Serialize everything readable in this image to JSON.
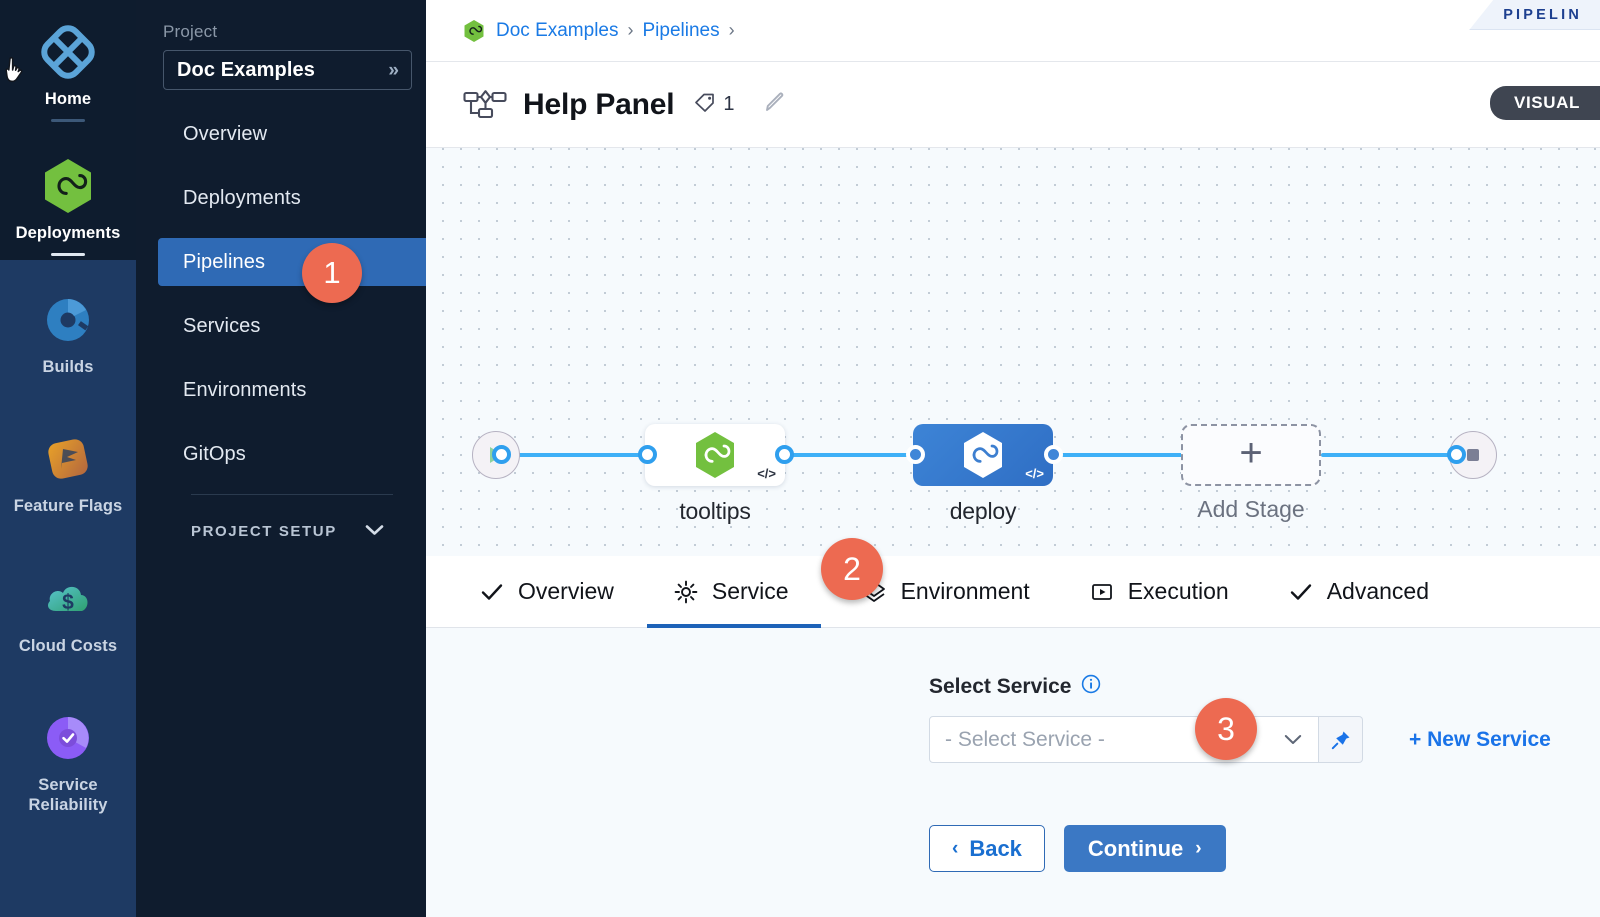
{
  "module_rail": {
    "items": [
      {
        "label": "Home",
        "icon": "home-diamond-icon",
        "active": true
      },
      {
        "label": "Deployments",
        "icon": "deployments-infinity-icon",
        "active": true
      },
      {
        "label": "Builds",
        "icon": "builds-icon",
        "active": false
      },
      {
        "label": "Feature Flags",
        "icon": "feature-flags-icon",
        "active": false
      },
      {
        "label": "Cloud Costs",
        "icon": "cloud-costs-icon",
        "active": false
      },
      {
        "label": "Service Reliability",
        "icon": "service-reliability-icon",
        "active": false
      }
    ]
  },
  "project_sidebar": {
    "section_label": "Project",
    "selected_project": "Doc Examples",
    "expand_glyph": "»",
    "nav": [
      {
        "label": "Overview",
        "active": false
      },
      {
        "label": "Deployments",
        "active": false
      },
      {
        "label": "Pipelines",
        "active": true
      },
      {
        "label": "Services",
        "active": false
      },
      {
        "label": "Environments",
        "active": false
      },
      {
        "label": "GitOps",
        "active": false
      }
    ],
    "setup_label": "PROJECT SETUP"
  },
  "breadcrumb": {
    "items": [
      "Doc Examples",
      "Pipelines"
    ],
    "separator": "›"
  },
  "corner_tab": {
    "label": "PIPELIN"
  },
  "header": {
    "title": "Help Panel",
    "tag_count": "1",
    "badge": "VISUAL"
  },
  "canvas": {
    "nodes": [
      {
        "name": "tooltips",
        "type": "light",
        "code_badge": "</>"
      },
      {
        "name": "deploy",
        "type": "blue",
        "code_badge": "</>"
      }
    ],
    "add_stage_label": "Add Stage",
    "add_stage_glyph": "+"
  },
  "tabs": [
    {
      "label": "Overview",
      "icon": "check-icon",
      "active": false
    },
    {
      "label": "Service",
      "icon": "gear-icon",
      "active": true
    },
    {
      "label": "Environment",
      "icon": "layers-icon",
      "active": false
    },
    {
      "label": "Execution",
      "icon": "play-box-icon",
      "active": false
    },
    {
      "label": "Advanced",
      "icon": "check-icon",
      "active": false
    }
  ],
  "form": {
    "field_label": "Select Service",
    "select_placeholder": "- Select Service -",
    "new_service_label": "+ New Service",
    "back_label": "Back",
    "back_chevron": "‹",
    "continue_label": "Continue",
    "continue_chevron": "›"
  },
  "callouts": [
    {
      "number": "1"
    },
    {
      "number": "2"
    },
    {
      "number": "3"
    }
  ],
  "colors": {
    "accent_blue": "#2f6ab5",
    "link_blue": "#1a73e8",
    "callout_orange": "#ed6a51",
    "deployments_green": "#6fc043",
    "rail_dark": "#0e1c2e",
    "rail_blue": "#1e3a63",
    "canvas_bg": "#f6fafd",
    "edge_blue": "#3eb0f7"
  }
}
